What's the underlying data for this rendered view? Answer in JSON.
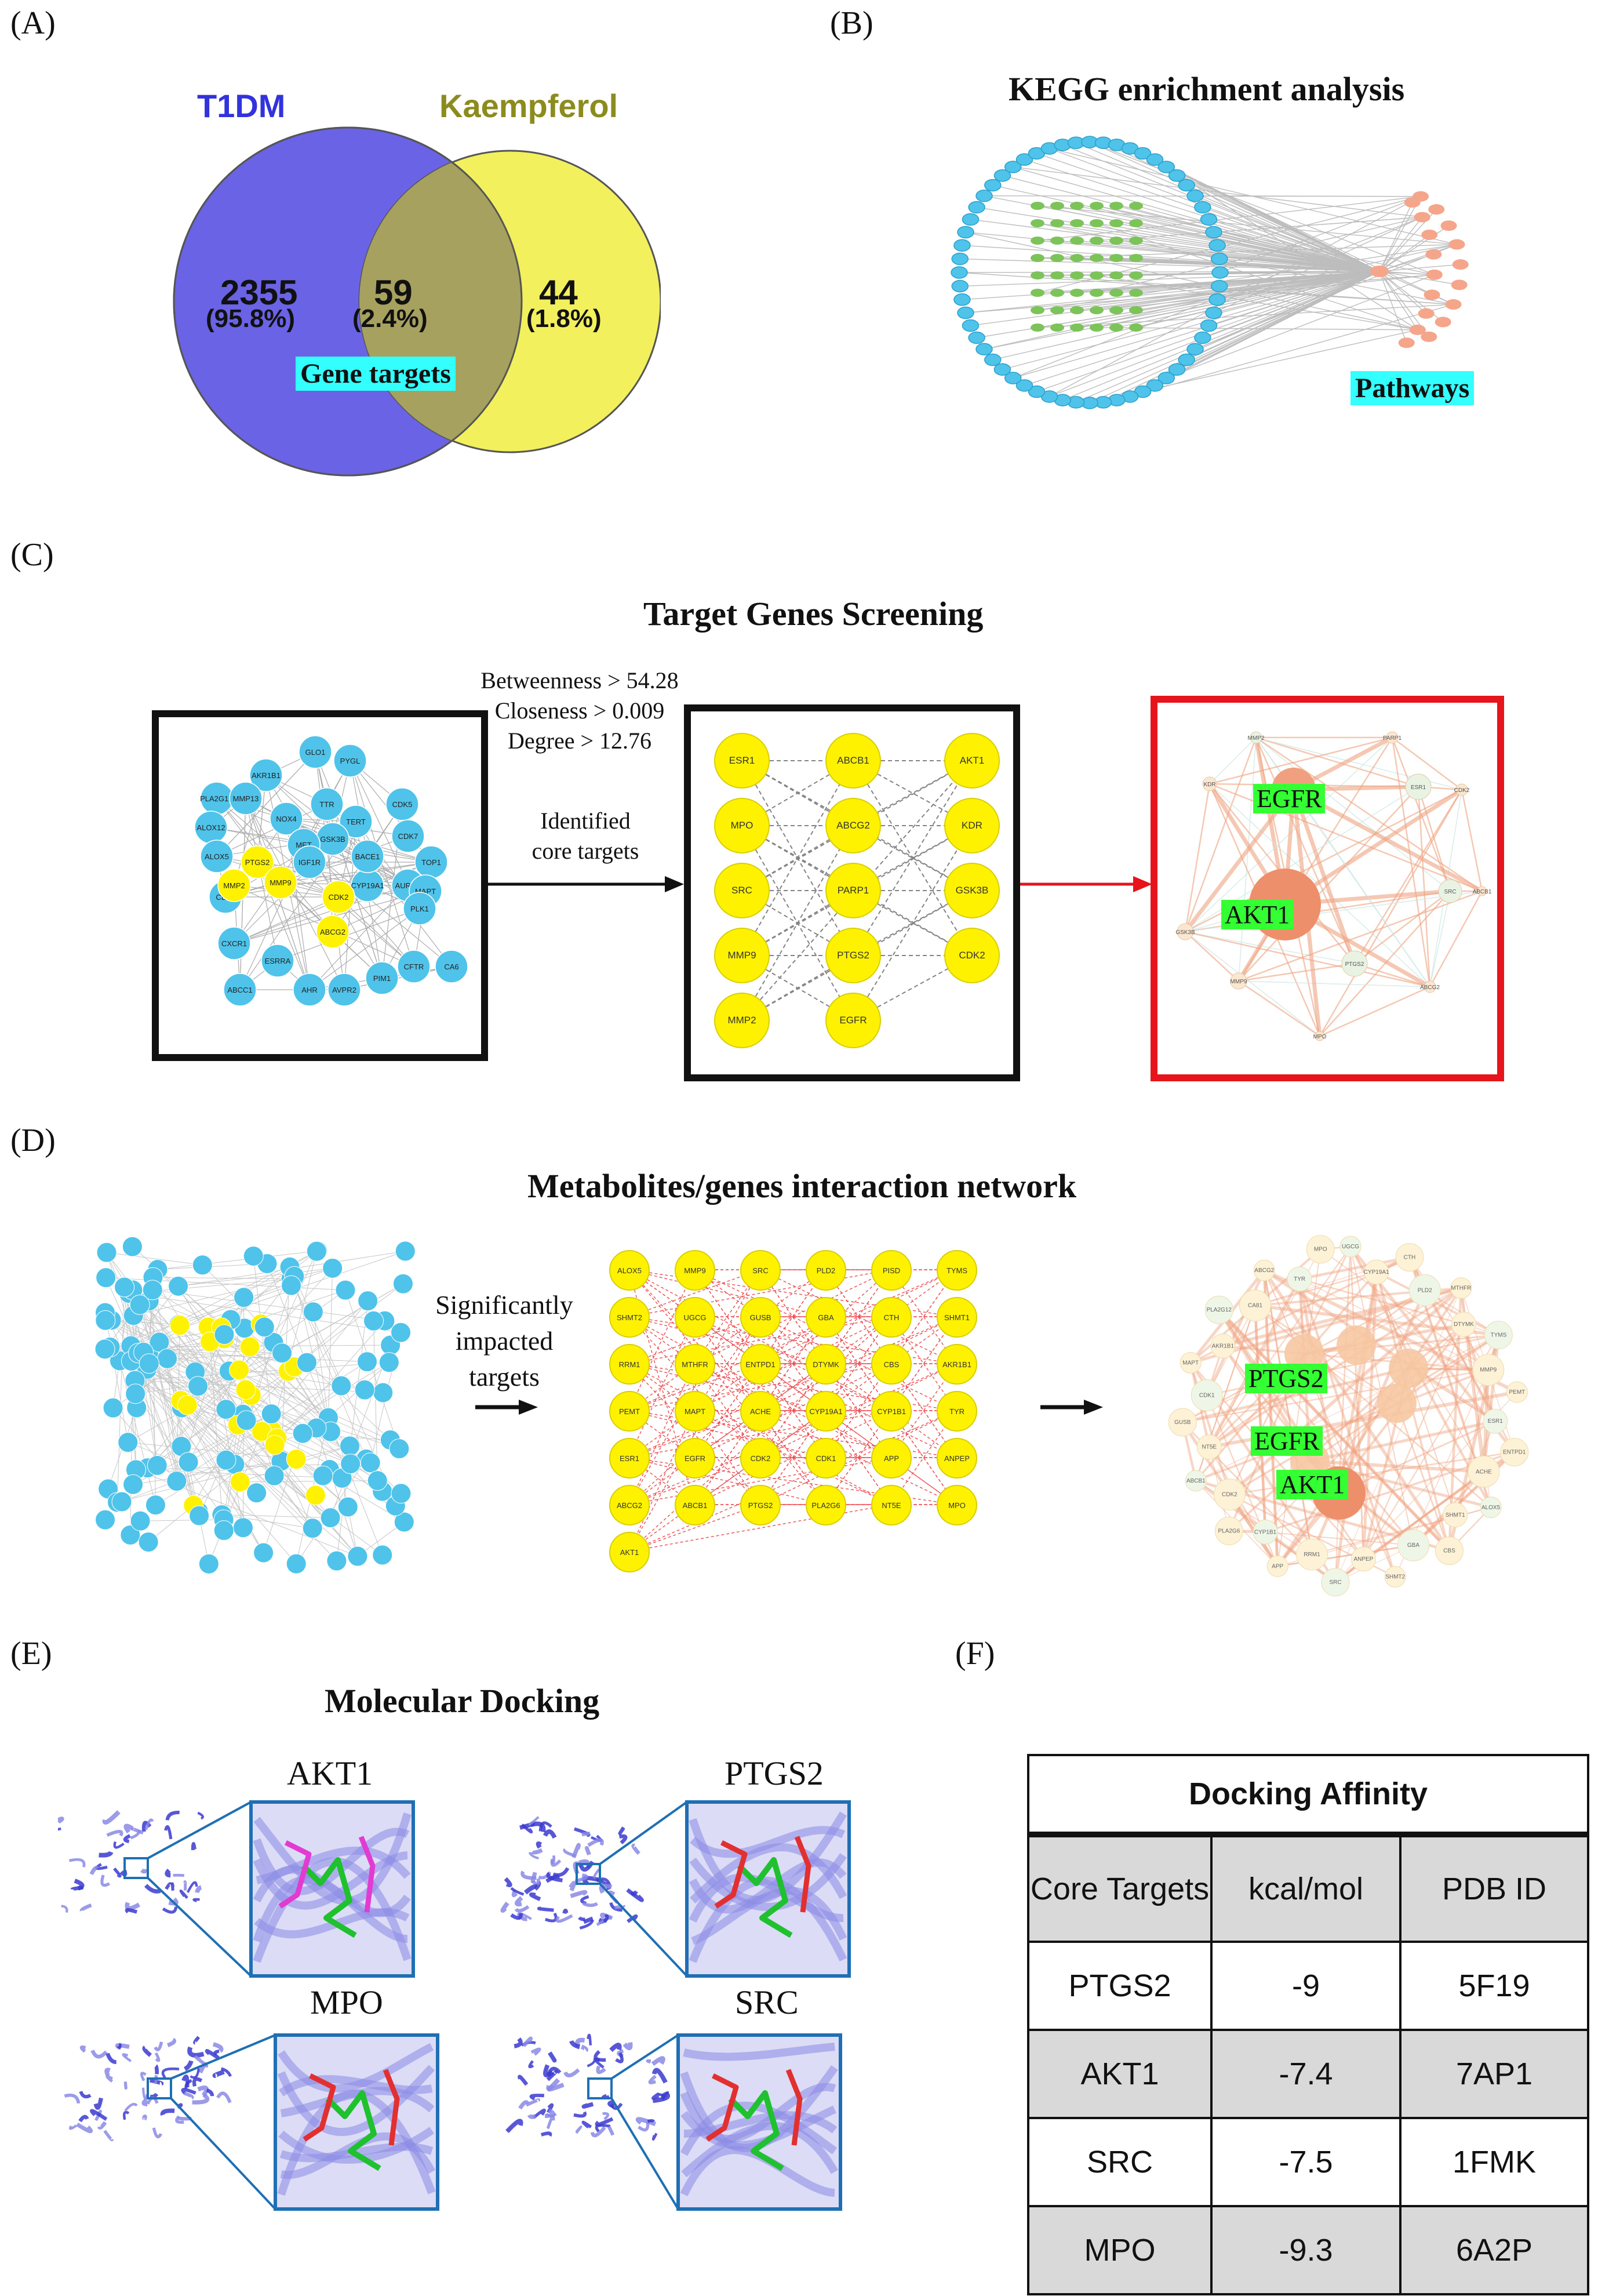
{
  "panels": {
    "a": "(A)",
    "b": "(B)",
    "c": "(C)",
    "d": "(D)",
    "e": "(E)",
    "f": "(F)"
  },
  "venn": {
    "left_set": "T1DM",
    "right_set": "Kaempferol",
    "left_count": "2355",
    "left_pct": "(95.8%)",
    "overlap_count": "59",
    "overlap_pct": "(2.4%)",
    "right_count": "44",
    "right_pct": "(1.8%)",
    "overlap_label": "Gene targets",
    "colors": {
      "left": "#6a63e6",
      "right": "#f2f05c",
      "overlap": "#a6a15e",
      "left_label": "#3333dd",
      "right_label": "#8b8b1e"
    }
  },
  "kegg": {
    "title": "KEGG enrichment analysis",
    "label": "Pathways"
  },
  "screening": {
    "title": "Target Genes Screening",
    "criteria": [
      "Betweenness > 54.28",
      "Closeness > 0.009",
      "Degree > 12.76"
    ],
    "arrow_label": [
      "Identified",
      "core targets"
    ],
    "network1_blue_labels": [
      "GLO1",
      "PYGL",
      "AKR1B1",
      "PLA2G1B",
      "MMP13",
      "TTR",
      "CDK5",
      "ALOX12",
      "NOX4",
      "TERT",
      "CDK7",
      "ALOX5",
      "GSK3B",
      "MET",
      "TOP1",
      "AURKA",
      "MAPT",
      "PLK1",
      "CD38",
      "CYP19A1",
      "CXCR1",
      "CFTR",
      "CA6",
      "PIM1",
      "ESRRA",
      "AHR",
      "AVPR2",
      "ABCC1",
      "IGF1R",
      "BACE1"
    ],
    "network1_yellow_labels": [
      "PTGS2",
      "MMP9",
      "MMP2",
      "CDK2",
      "ABCG2"
    ],
    "core_grid": [
      [
        "ESR1",
        "MPO",
        "SRC",
        "MMP9",
        "MMP2"
      ],
      [
        "ABCB1",
        "ABCG2",
        "PARP1",
        "PTGS2",
        "EGFR"
      ],
      [
        "AKT1",
        "KDR",
        "GSK3B",
        "CDK2"
      ]
    ],
    "hub_labels": [
      "EGFR",
      "AKT1"
    ],
    "hub_small": [
      "MMP2",
      "PARP1",
      "KDR",
      "ESR1",
      "CDK2",
      "GSK3B",
      "SRC",
      "ABCB1",
      "MMP9",
      "PTGS2",
      "ABCG2",
      "MPO"
    ]
  },
  "metabolites": {
    "title": "Metabolites/genes interaction network",
    "arrow_label": [
      "Significantly",
      "impacted",
      "targets"
    ],
    "grid": [
      [
        "ALOX5",
        "SHMT2",
        "RRM1",
        "PEMT",
        "ESR1",
        "ABCG2",
        "AKT1"
      ],
      [
        "MMP9",
        "UGCG",
        "MTHFR",
        "MAPT",
        "EGFR",
        "ABCB1"
      ],
      [
        "SRC",
        "GUSB",
        "ENTPD1",
        "ACHE",
        "CDK2",
        "PTGS2"
      ],
      [
        "PLD2",
        "GBA",
        "DTYMK",
        "CYP19A1",
        "CDK1",
        "PLA2G6"
      ],
      [
        "PISD",
        "CTH",
        "CBS",
        "CYP1B1",
        "APP",
        "NT5E"
      ],
      [
        "TYMS",
        "SHMT1",
        "AKR1B1",
        "TYR",
        "ANPEP",
        "MPO"
      ]
    ],
    "hub_labels": [
      "PTGS2",
      "EGFR",
      "AKT1"
    ],
    "hub_small": [
      "UGCG",
      "CYP19A1",
      "CTH",
      "PLD2",
      "MTHFR",
      "DTYMK",
      "TYMS",
      "MMP9",
      "PEMT",
      "ESR1",
      "ENTPD1",
      "ACHE",
      "ALOX5",
      "SHMT1",
      "CBS",
      "GBA",
      "SHMT2",
      "ANPEP",
      "SRC",
      "RRM1",
      "APP",
      "CYP1B1",
      "PLA2G6",
      "CDK2",
      "ABCB1",
      "NT5E",
      "GUSB",
      "CDK1",
      "MAPT",
      "AKR1B1",
      "PLA2G12",
      "CA81",
      "ABCG2",
      "TYR",
      "MPO"
    ]
  },
  "docking": {
    "title": "Molecular Docking",
    "proteins": [
      "AKT1",
      "PTGS2",
      "MPO",
      "SRC"
    ],
    "table": {
      "title": "Docking Affinity",
      "headers": [
        "Core Targets",
        "kcal/mol",
        "PDB ID"
      ],
      "rows": [
        [
          "PTGS2",
          "-9",
          "5F19"
        ],
        [
          "AKT1",
          "-7.4",
          "7AP1"
        ],
        [
          "SRC",
          "-7.5",
          "1FMK"
        ],
        [
          "MPO",
          "-9.3",
          "6A2P"
        ]
      ]
    }
  }
}
